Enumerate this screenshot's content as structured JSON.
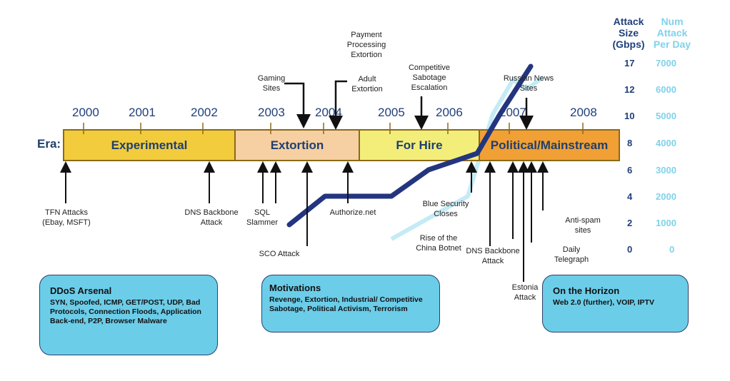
{
  "era_label": "Era:",
  "years": [
    "2000",
    "2001",
    "2002",
    "2003",
    "2004",
    "2005",
    "2006",
    "2007",
    "2008"
  ],
  "eras": [
    {
      "label": "Experimental",
      "color": "#f2cc3c"
    },
    {
      "label": "Extortion",
      "color": "#f6cfa2"
    },
    {
      "label": "For Hire",
      "color": "#f3ee7a"
    },
    {
      "label": "Political/Mainstream",
      "color": "#f0a035"
    }
  ],
  "axes": {
    "left_title": [
      "Attack",
      "Size",
      "(Gbps)"
    ],
    "right_title": [
      "Num",
      "Attack",
      "Per Day"
    ],
    "left_ticks": [
      "17",
      "12",
      "10",
      "8",
      "6",
      "4",
      "2",
      "0"
    ],
    "right_ticks": [
      "7000",
      "6000",
      "5000",
      "4000",
      "3000",
      "2000",
      "1000",
      "0"
    ]
  },
  "colors": {
    "attack_size_line": "#23357f",
    "attacks_per_day_line": "#bfe9f5",
    "accent_box": "#6ccde9"
  },
  "annotations_top": {
    "gaming": [
      "Gaming",
      "Sites"
    ],
    "payment": [
      "Payment",
      "Processing",
      "Extortion"
    ],
    "adult": [
      "Adult",
      "Extortion"
    ],
    "competitive": [
      "Competitive",
      "Sabotage",
      "Escalation"
    ],
    "russian": [
      "Russian News",
      "Sites"
    ]
  },
  "annotations_bottom": {
    "tfn": [
      "TFN Attacks",
      "(Ebay, MSFT)"
    ],
    "dns_backbone_2002": [
      "DNS Backbone",
      "Attack"
    ],
    "sql": [
      "SQL",
      "Slammer"
    ],
    "sco": [
      "SCO Attack"
    ],
    "authorize": [
      "Authorize.net"
    ],
    "blue_security": [
      "Blue Security",
      "Closes"
    ],
    "china_botnet": [
      "Rise of the",
      "China Botnet"
    ],
    "dns_backbone_2007": [
      "DNS Backbone",
      "Attack"
    ],
    "estonia": [
      "Estonia",
      "Attack"
    ],
    "telegraph": [
      "Daily",
      "Telegraph"
    ],
    "antispam": [
      "Anti-spam",
      "sites"
    ]
  },
  "boxes": {
    "arsenal": {
      "title": "DDoS Arsenal",
      "body": "SYN, Spoofed, ICMP, GET/POST, UDP, Bad Protocols, Connection Floods, Application Back-end, P2P, Browser Malware"
    },
    "motivations": {
      "title": "Motivations",
      "body": "Revenge, Extortion, Industrial/ Competitive Sabotage, Political Activism, Terrorism"
    },
    "horizon": {
      "title": "On the Horizon",
      "body": "Web 2.0 (further), VOIP, IPTV"
    }
  }
}
